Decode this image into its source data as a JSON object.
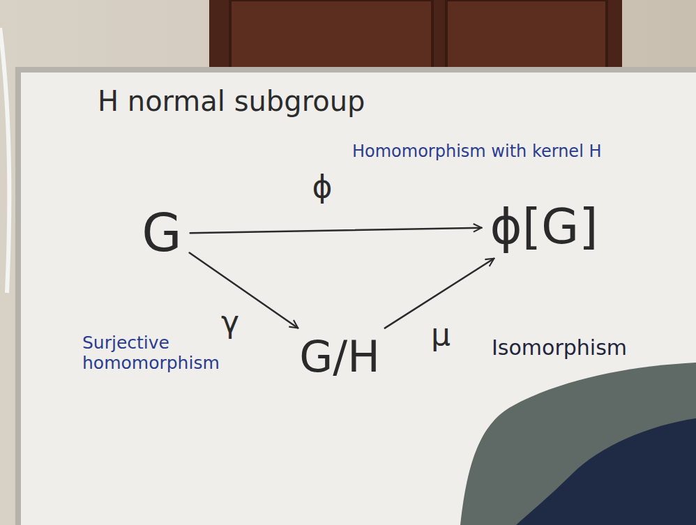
{
  "diagram": {
    "title": "H normal subgroup",
    "nodes": [
      {
        "text": [
          "G"
        ]
      },
      {
        "text": [
          "ϕ[G]"
        ]
      },
      {
        "text": [
          "G/H"
        ]
      }
    ],
    "edges": [
      {
        "from": 0,
        "to": 1,
        "arrow": "to",
        "label": "ϕ"
      },
      {
        "from": 0,
        "to": 2,
        "arrow": "to",
        "label": "γ"
      },
      {
        "from": 2,
        "to": 1,
        "arrow": "to",
        "label": "μ"
      }
    ],
    "labels": [
      "Homomorphism with kernel H",
      "Surjective homomorphism",
      "Isomorphism"
    ]
  }
}
